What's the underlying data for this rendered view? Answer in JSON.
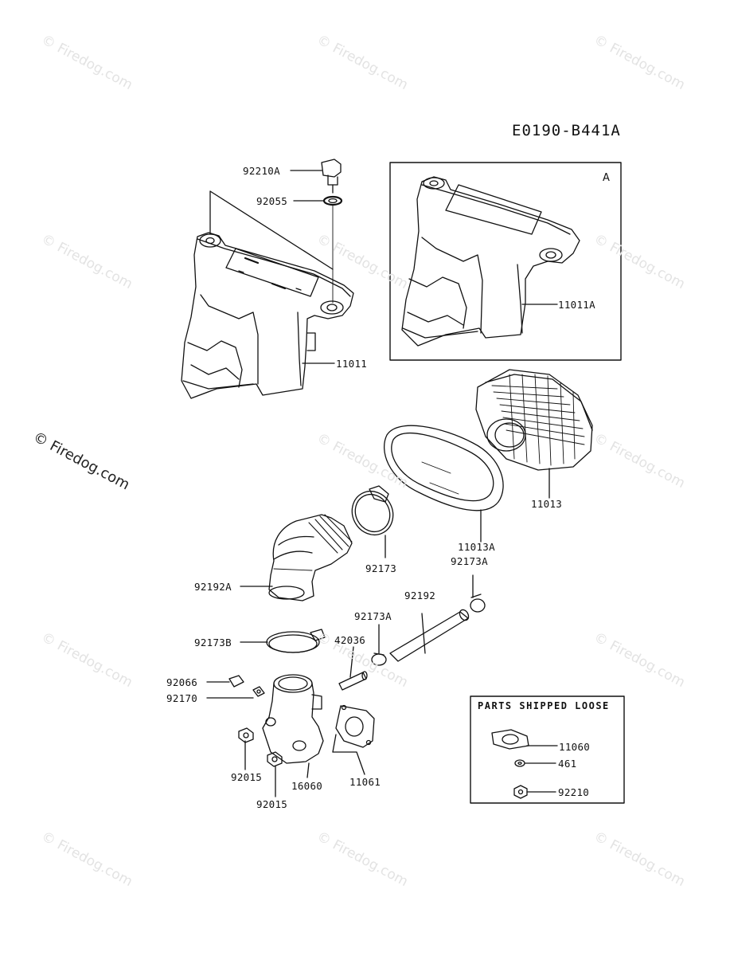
{
  "diagram_id": "E0190-B441A",
  "inset": {
    "letter": "A"
  },
  "parts_shipped_loose": {
    "title": "PARTS SHIPPED LOOSE"
  },
  "watermark": "© Firedog.com",
  "labels": {
    "p92210A": "92210A",
    "p92055": "92055",
    "p11011": "11011",
    "p11011A": "11011A",
    "p11013": "11013",
    "p11013A": "11013A",
    "p92173A_top": "92173A",
    "p92173": "92173",
    "p92192A": "92192A",
    "p92192": "92192",
    "p92173A_mid": "92173A",
    "p42036": "42036",
    "p92173B": "92173B",
    "p92066": "92066",
    "p92170": "92170",
    "p92015_a": "92015",
    "p92015_b": "92015",
    "p16060": "16060",
    "p11061": "11061",
    "p11060": "11060",
    "p461": "461",
    "p92210": "92210"
  }
}
